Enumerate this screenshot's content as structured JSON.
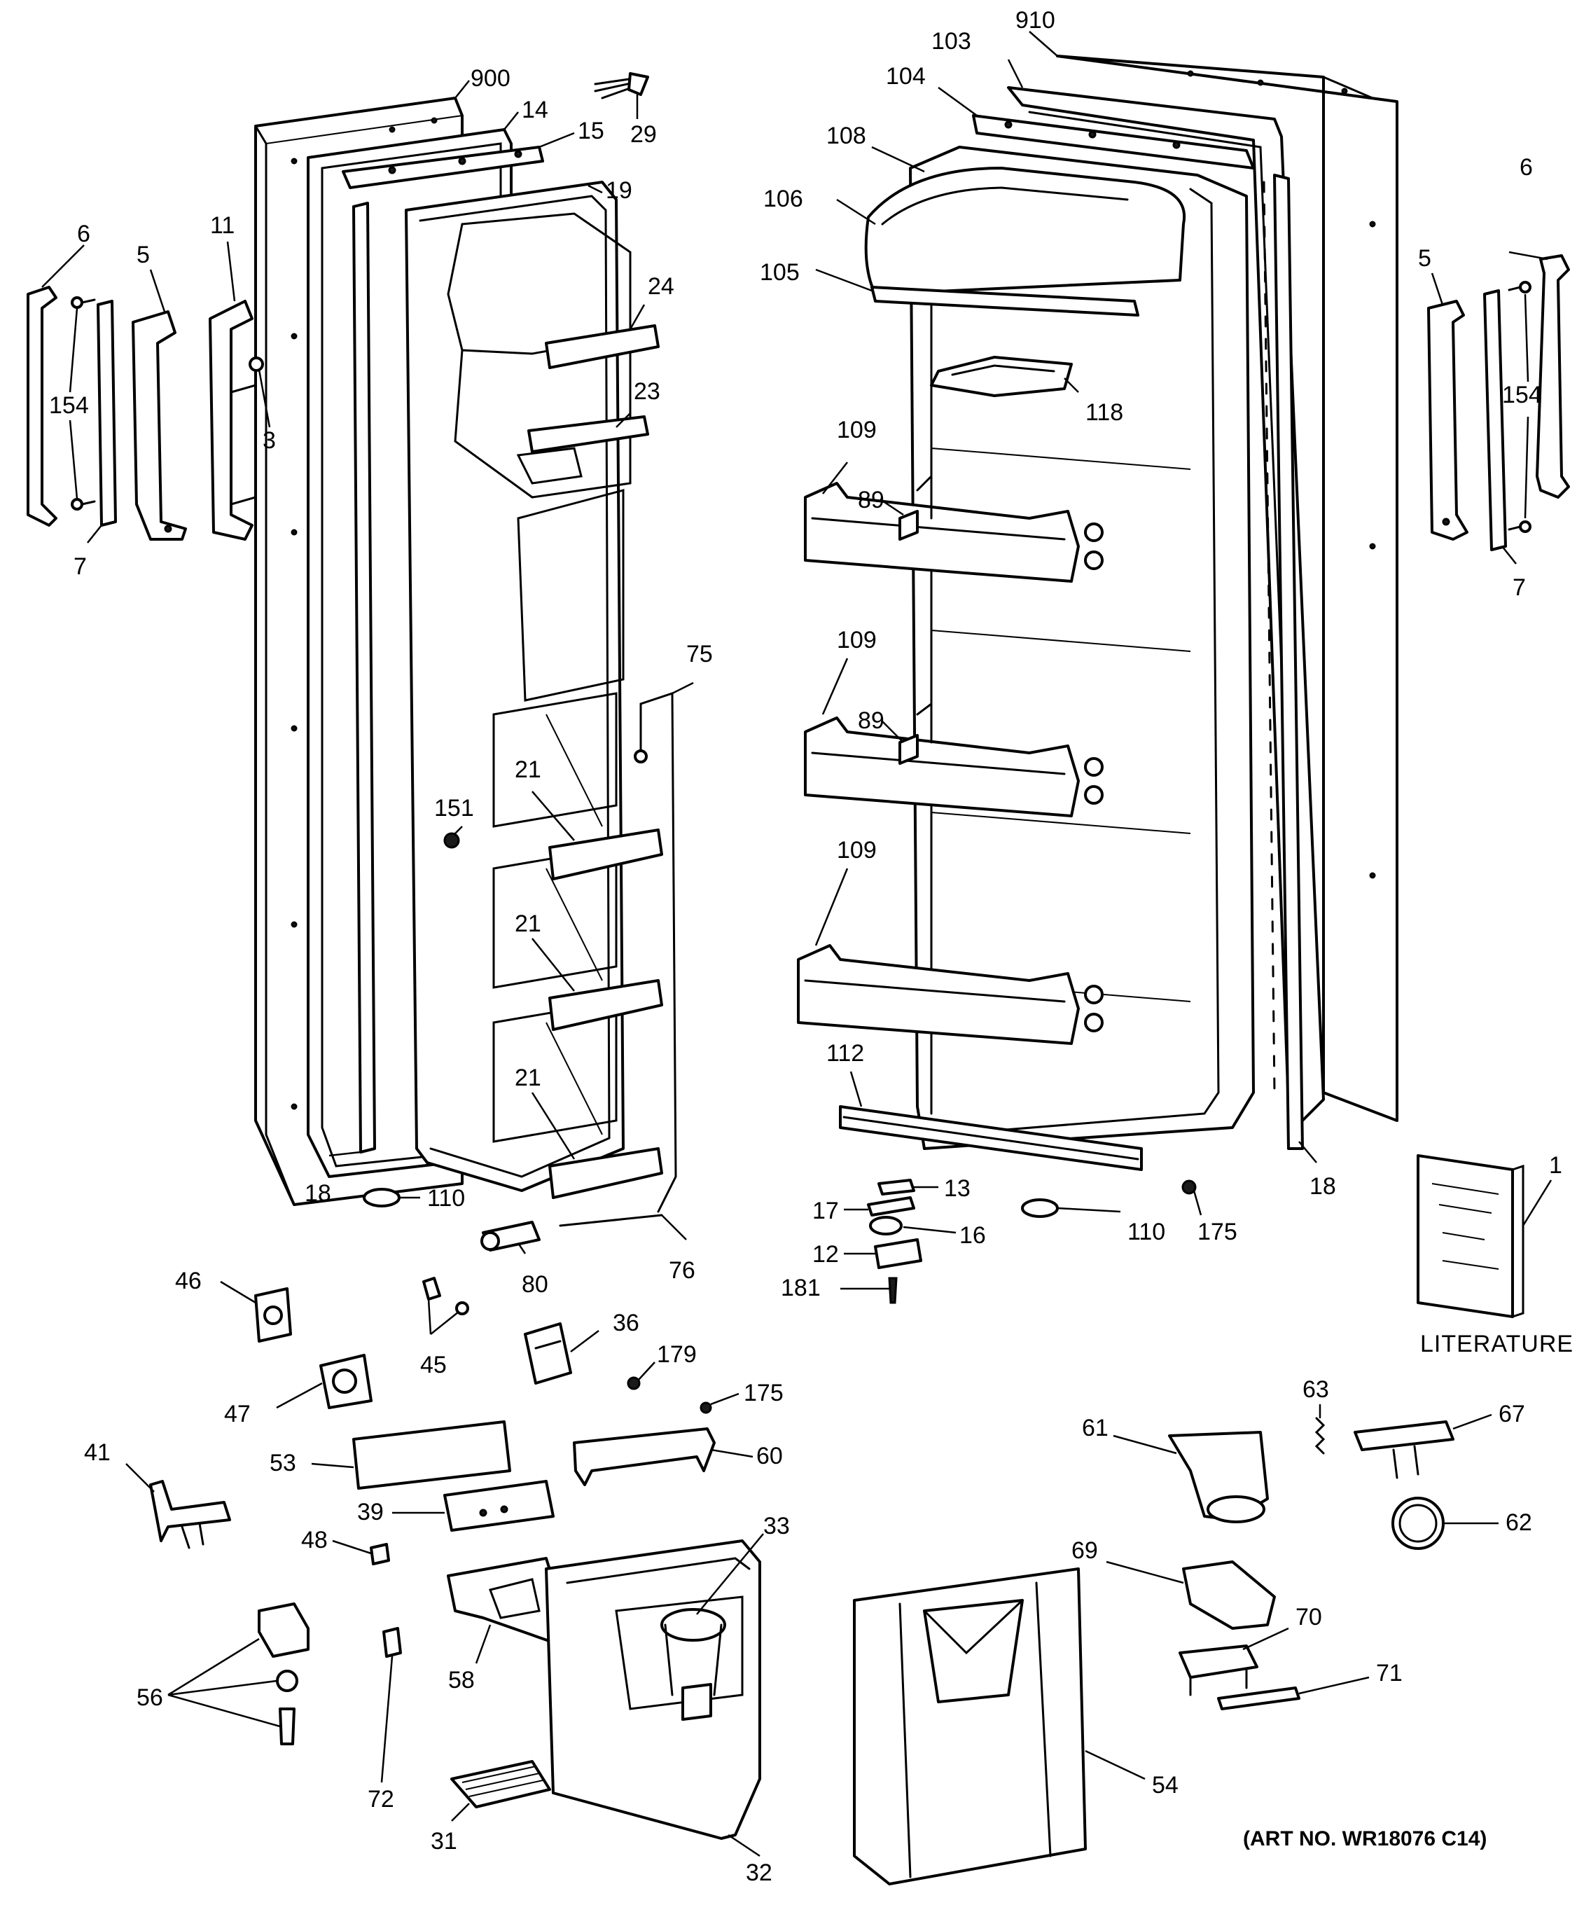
{
  "callouts": {
    "c900": "900",
    "c14": "14",
    "c15": "15",
    "c29": "29",
    "c19": "19",
    "c6L": "6",
    "c5L": "5",
    "c11": "11",
    "c154L": "154",
    "c3": "3",
    "c7L": "7",
    "c24": "24",
    "c23": "23",
    "c75": "75",
    "c151": "151",
    "c21a": "21",
    "c21b": "21",
    "c21c": "21",
    "c18L": "18",
    "c110L": "110",
    "c80": "80",
    "c76": "76",
    "c910": "910",
    "c103": "103",
    "c104": "104",
    "c108": "108",
    "c106": "106",
    "c105": "105",
    "c118": "118",
    "c109a": "109",
    "c89a": "89",
    "c109b": "109",
    "c89b": "89",
    "c109c": "109",
    "c112": "112",
    "c13": "13",
    "c17": "17",
    "c16": "16",
    "c12": "12",
    "c181": "181",
    "c110R": "110",
    "c175a": "175",
    "c18R": "18",
    "c6R": "6",
    "c5R": "5",
    "c154R": "154",
    "c7R": "7",
    "c1": "1",
    "c46": "46",
    "c45": "45",
    "c36": "36",
    "c179": "179",
    "c47": "47",
    "c175b": "175",
    "c41": "41",
    "c53": "53",
    "c60": "60",
    "c39": "39",
    "c48": "48",
    "c33": "33",
    "c56": "56",
    "c58": "58",
    "c72": "72",
    "c31": "31",
    "c32": "32",
    "c61": "61",
    "c63": "63",
    "c67": "67",
    "c62": "62",
    "c69": "69",
    "c70": "70",
    "c71": "71",
    "c54": "54"
  },
  "literature_label": "LITERATURE",
  "art_number": "(ART NO. WR18076 C14)"
}
